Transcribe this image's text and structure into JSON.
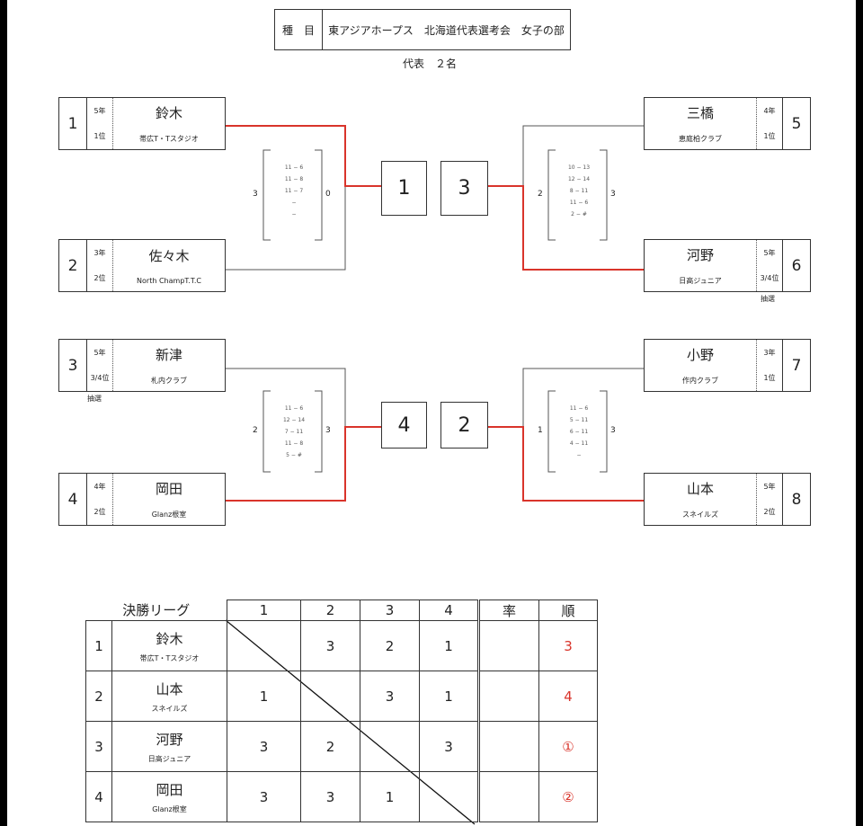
{
  "header": {
    "event_label": "種　目",
    "event_name": "東アジアホープス　北海道代表選考会　女子の部",
    "quota": "代表　２名"
  },
  "players": [
    {
      "seed": "1",
      "grade": "5年",
      "rank": "1位",
      "name": "鈴木",
      "club": "帯広T・Tスタジオ"
    },
    {
      "seed": "2",
      "grade": "3年",
      "rank": "2位",
      "name": "佐々木",
      "club": "North ChampT.T.C"
    },
    {
      "seed": "3",
      "grade": "5年",
      "rank": "3/4位",
      "name": "新津",
      "club": "札内クラブ",
      "note": "抽選"
    },
    {
      "seed": "4",
      "grade": "4年",
      "rank": "2位",
      "name": "岡田",
      "club": "Glanz根室"
    },
    {
      "seed": "5",
      "grade": "4年",
      "rank": "1位",
      "name": "三橋",
      "club": "恵庭柏クラブ"
    },
    {
      "seed": "6",
      "grade": "5年",
      "rank": "3/4位",
      "name": "河野",
      "club": "日高ジュニア",
      "note": "抽選"
    },
    {
      "seed": "7",
      "grade": "3年",
      "rank": "1位",
      "name": "小野",
      "club": "作内クラブ"
    },
    {
      "seed": "8",
      "grade": "5年",
      "rank": "2位",
      "name": "山本",
      "club": "スネイルズ"
    }
  ],
  "matches": [
    {
      "left": "3",
      "right": "0",
      "games": [
        "11 − 6",
        "11 − 8",
        "11 − 7",
        "−",
        "−"
      ]
    },
    {
      "left": "2",
      "right": "3",
      "games": [
        "10 − 13",
        "12 − 14",
        "8 − 11",
        "11 − 6",
        "2 − #"
      ]
    },
    {
      "left": "2",
      "right": "3",
      "games": [
        "11 − 6",
        "12 − 14",
        "7 − 11",
        "11 − 8",
        "5 − #"
      ]
    },
    {
      "left": "1",
      "right": "3",
      "games": [
        "11 − 6",
        "5 − 11",
        "6 − 11",
        "4 − 11",
        "−"
      ]
    }
  ],
  "winners": [
    "1",
    "3",
    "4",
    "2"
  ],
  "league": {
    "title": "決勝リーグ",
    "cols": [
      "1",
      "2",
      "3",
      "4",
      "率",
      "順"
    ],
    "rows": [
      {
        "no": "1",
        "name": "鈴木",
        "club": "帯広T・Tスタジオ",
        "cells": [
          "",
          "3",
          "2",
          "1"
        ],
        "rate": "",
        "rank": "3"
      },
      {
        "no": "2",
        "name": "山本",
        "club": "スネイルズ",
        "cells": [
          "1",
          "",
          "3",
          "1"
        ],
        "rate": "",
        "rank": "4"
      },
      {
        "no": "3",
        "name": "河野",
        "club": "日高ジュニア",
        "cells": [
          "3",
          "2",
          "",
          "3"
        ],
        "rate": "",
        "rank": "①"
      },
      {
        "no": "4",
        "name": "岡田",
        "club": "Glanz根室",
        "cells": [
          "3",
          "3",
          "1",
          ""
        ],
        "rate": "",
        "rank": "②"
      }
    ]
  },
  "colors": {
    "winner_line": "#d9342b",
    "rank": "#d9342b"
  }
}
